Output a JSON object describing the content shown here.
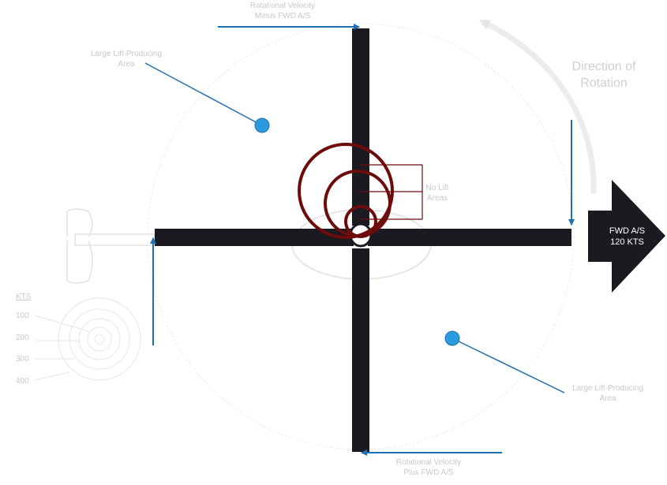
{
  "labels": {
    "rot_minus": "Rotational Velocity\nMinus FWD A/S",
    "rot_plus": "Rotational Velocity\nPlus FWD A/S",
    "lift_top_left": "Large Lift-Producing\nArea",
    "lift_bottom_right": "Large Lift-Producing\nArea",
    "no_lift": "No Lift\nAreas",
    "direction": "Direction of\nRotation",
    "fwd_arrow": "FWD A/S\n120 KTS"
  },
  "kts_legend": {
    "title": "KTS",
    "values": [
      "100",
      "200",
      "300",
      "400"
    ]
  },
  "colors": {
    "blade": "#1b1a21",
    "arrow_blue": "#1f6fb2",
    "dot_blue": "#2b9be0",
    "no_lift_red": "#6e0b0b",
    "faint": "#e0e0e0"
  }
}
